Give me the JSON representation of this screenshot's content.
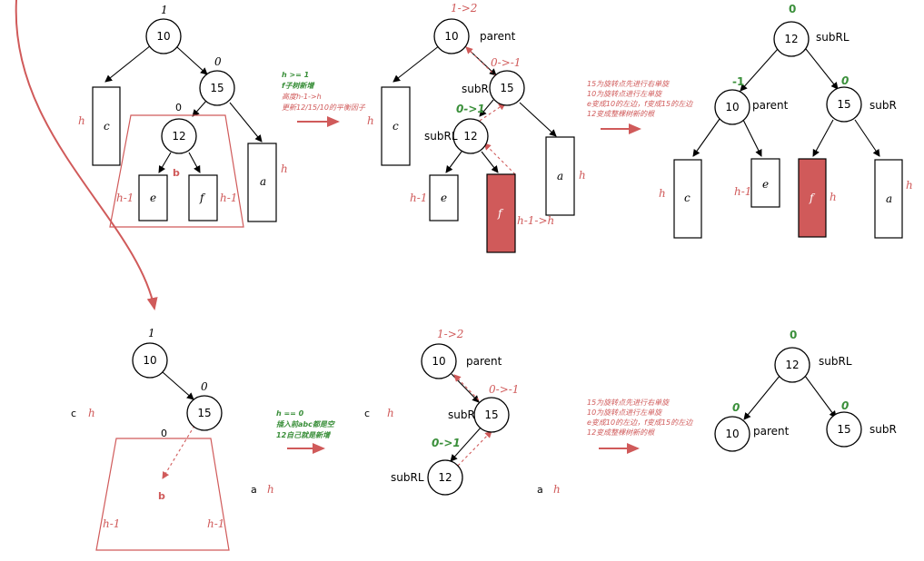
{
  "nodes": {
    "n10": "10",
    "n15": "15",
    "n12": "12"
  },
  "subtrees": {
    "a": "a",
    "c": "c",
    "e": "e",
    "f": "f"
  },
  "heights": {
    "h": "h",
    "hm1": "h-1",
    "grow": "h-1->h"
  },
  "labels": {
    "parent": "parent",
    "subR": "subR",
    "subRL": "subRL",
    "b": "b"
  },
  "balance": {
    "one": "1",
    "zero": "0",
    "minus_one": "-1",
    "one_to_two": "1->2",
    "zero_to_minus_one": "0->-1",
    "zero_to_one": "0->1"
  },
  "case1_note": {
    "line1": "h >= 1",
    "line2": "f子树新增",
    "line3": "高度h-1->h",
    "line4": "更新12/15/10的平衡因子"
  },
  "case2_note": {
    "line1": "h == 0",
    "line2": "插入前abc都是空",
    "line3": "12自己就是新增"
  },
  "rotate_note": {
    "line1": "15为旋转点先进行右单旋",
    "line2": "10为旋转点进行左单旋",
    "line3": "e变成10的左边，f变成15的左边",
    "line4": "12变成整棵树新的根"
  },
  "colors": {
    "red": "#d05a5a",
    "green": "#3a8f3a"
  }
}
